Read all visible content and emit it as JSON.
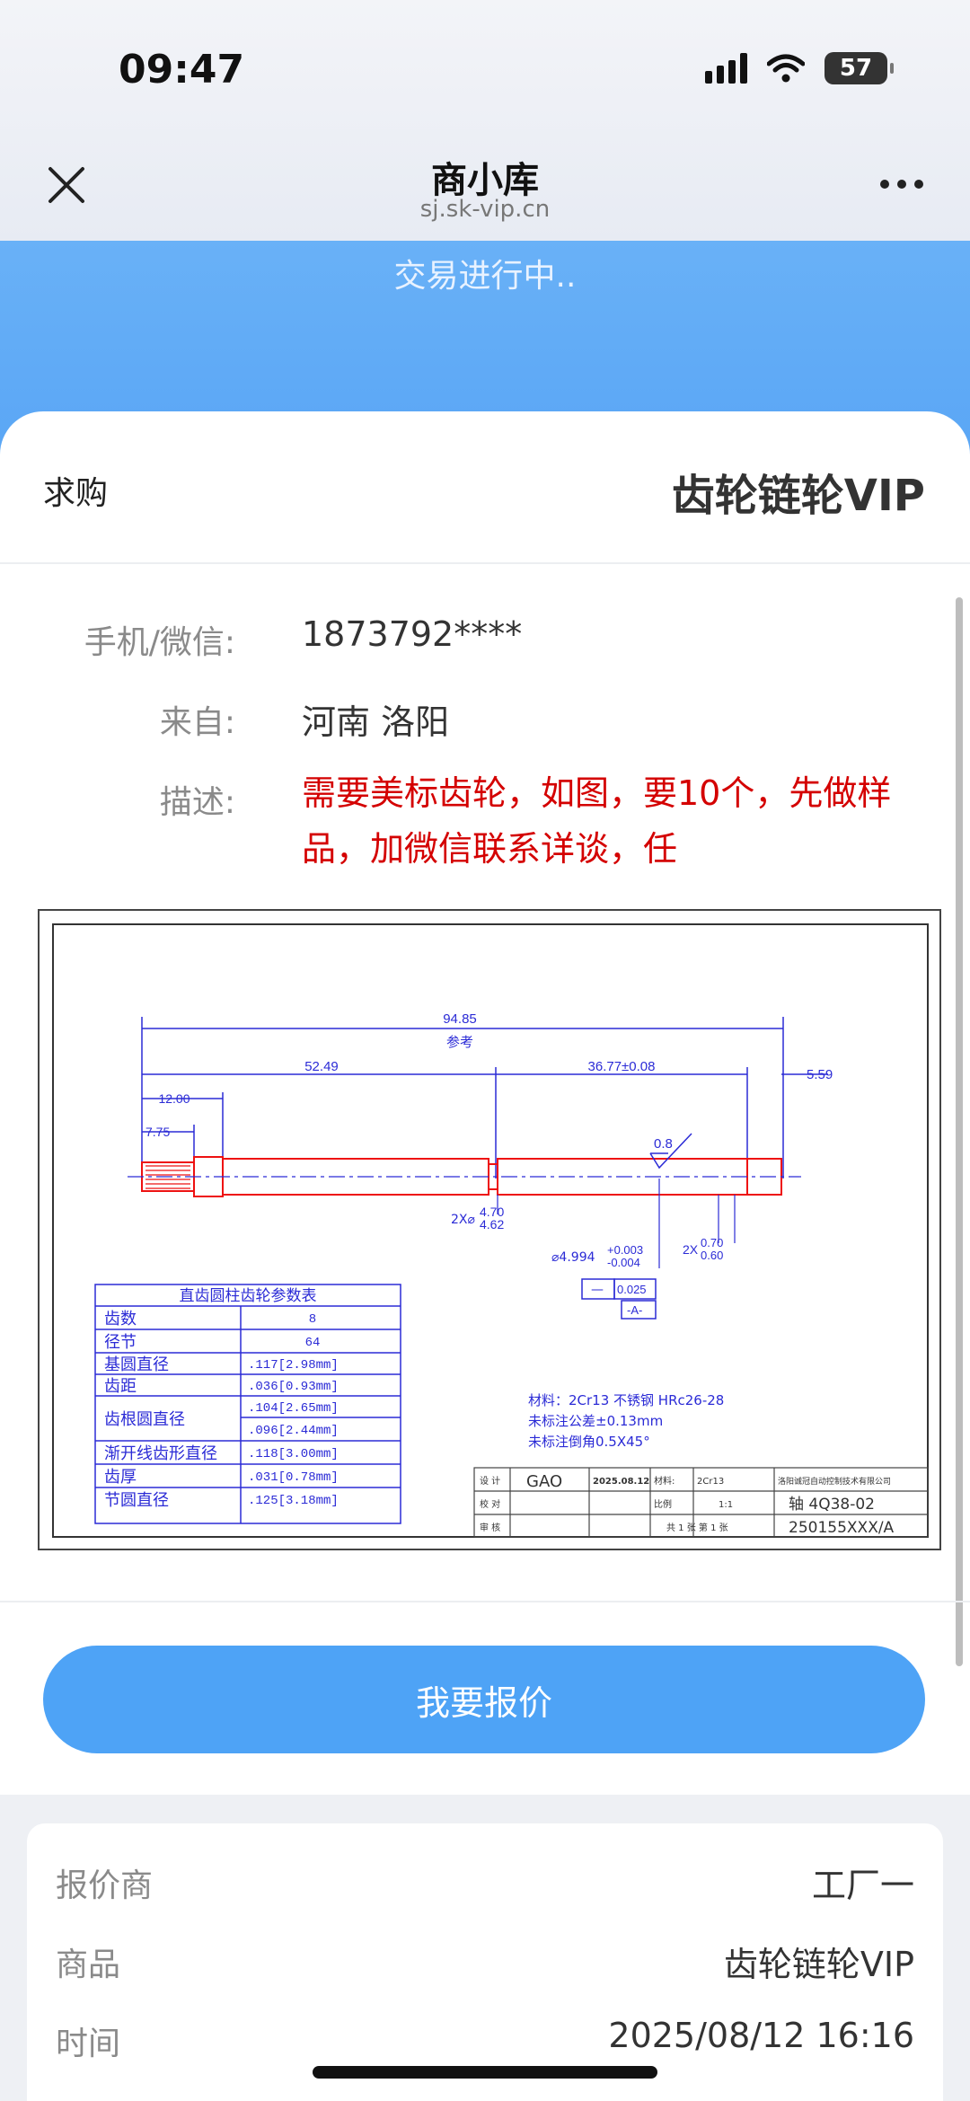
{
  "status_bar": {
    "time": "09:47",
    "battery": "57"
  },
  "nav": {
    "title": "商小库",
    "subtitle": "sj.sk-vip.cn"
  },
  "banner": {
    "status": "交易进行中.."
  },
  "card": {
    "type_label": "求购",
    "product": "齿轮链轮VIP",
    "rows": [
      {
        "label": "手机/微信:",
        "value": "1873792****"
      },
      {
        "label": "来自:",
        "value": "河南 洛阳"
      },
      {
        "label": "描述:",
        "value": "需要美标齿轮，如图，要10个，先做样品，加微信联系详谈，任"
      }
    ]
  },
  "drawing": {
    "dim_total": "94.85",
    "dim_ref": "参考",
    "dim_a": "52.49",
    "dim_b": "36.77±0.08",
    "dim_c": "5.59",
    "dim_d": "12.00",
    "dim_e": "7.75",
    "roughness": "0.8",
    "dia1_prefix": "2X⌀",
    "dia1_top": "4.70",
    "dia1_bot": "4.62",
    "dia2": "⌀4.994",
    "tol_up": "+0.003",
    "tol_dn": "-0.004",
    "dim2_prefix": "2X",
    "dim2_top": "0.70",
    "dim2_bot": "0.60",
    "gdt_sym": "—",
    "gdt_val": "0.025",
    "gdt_datum": "-A-",
    "table_title": "直齿圆柱齿轮参数表",
    "table_rows": [
      {
        "name": "齿数",
        "v1": "8",
        "v2": ""
      },
      {
        "name": "径节",
        "v1": "64",
        "v2": ""
      },
      {
        "name": "基圆直径",
        "v1": ".117[2.98mm]",
        "v2": ""
      },
      {
        "name": "齿距",
        "v1": ".036[0.93mm]",
        "v2": ""
      },
      {
        "name": "齿根圆直径",
        "v1": ".104[2.65mm]",
        "v2": ".096[2.44mm]"
      },
      {
        "name": "渐开线齿形直径",
        "v1": ".118[3.00mm]",
        "v2": ""
      },
      {
        "name": "齿厚",
        "v1": ".031[0.78mm]",
        "v2": ""
      },
      {
        "name": "节圆直径",
        "v1": ".125[3.18mm]",
        "v2": ""
      }
    ],
    "notes": [
      "材料：2Cr13 不锈钢 HRc26-28",
      "未标注公差±0.13mm",
      "未标注倒角0.5X45°"
    ],
    "tb_design": "设 计",
    "tb_check": "校 对",
    "tb_approve": "审 核",
    "tb_name": "GAO",
    "tb_date": "2025.08.12",
    "tb_material_label": "材料:",
    "tb_material": "2Cr13",
    "tb_scale_label": "比例",
    "tb_scale": "1:1",
    "tb_sheets": "共 1 张 第 1 张",
    "tb_company": "洛阳诚冠自动控制技术有限公司",
    "tb_part": "轴 4Q38-02",
    "tb_code": "250155XXX/A"
  },
  "actions": {
    "quote_button": "我要报价"
  },
  "info": [
    {
      "label": "报价商",
      "value": "工厂一"
    },
    {
      "label": "商品",
      "value": "齿轮链轮VIP"
    },
    {
      "label": "时间",
      "value": "2025/08/12 16:16"
    }
  ],
  "colors": {
    "banner": "#5aa6f5",
    "button": "#4ea3f6",
    "desc_text": "#d40000",
    "drawing_blue": "#2b2bd6",
    "drawing_red": "#e11"
  }
}
